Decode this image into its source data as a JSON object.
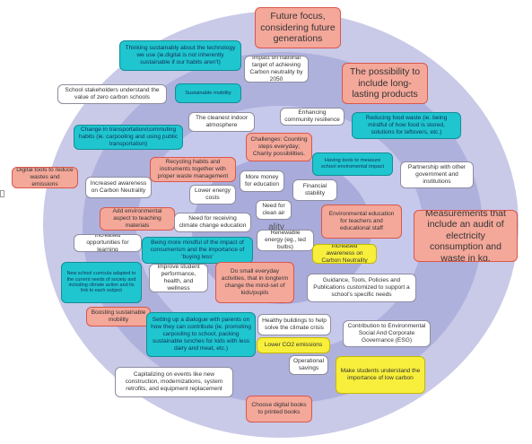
{
  "diagram": {
    "center_label": "ality",
    "notes": {
      "future_focus": "Future focus, considering future generations",
      "thinking_sustainably": "Thinking sustainably about the technology we use (ie.digital is not inherently sustainable if our habits aren't)",
      "impact_national": "Impact on national target of achieving Carbon neutrality by 2050",
      "long_lasting": "The possibility to include long-lasting products",
      "school_stakeholders": "School stakeholders understand the value of zero carbon schools",
      "sustainable_mobility": "Sustainable mobility",
      "cleanest_indoor": "The cleanest indoor atmosphere",
      "community_resilience": "Enhancing community resilience",
      "reducing_food_waste": "Reducing food waste (ie. being mindful of how food is stored, solutions for leftovers, etc.)",
      "change_transportation": "Change in transportation/commuting habits (ie. carpooling and using public transportation)",
      "challenges": "Challenges: Counting steps everyday; Charity possibilities.",
      "tools_measure": "Having tools to measure school enviromental impact",
      "digital_tools": "Digital tools to reduce wastes and emissions",
      "recycling_habits": "Recycling habits and instruments together with proper waste management",
      "increased_awareness": "Increased awareness on Carbon Neutrality",
      "more_money": "More money for education",
      "financial_stability": "Financial stability",
      "partnership": "Partnership with other government and institutions",
      "lower_energy": "Lower energy costs",
      "add_environmental": "Add environmental aspect to teaching materials",
      "need_receiving": "Need for receiving climate change education",
      "need_clean_air": "Need for clean air",
      "environmental_education": "Environmental education for teachers and educational staff",
      "measurements": "Measurements that include an audit of electricity consumption and waste in kg.",
      "increased_opportunities": "Increased opportunities for learning",
      "more_mindful": "Being more mindful of the impact of consumerism and the importance of 'buying less'",
      "renewable_energy": "Renewable energy (eg., led bulbs)",
      "increased_awareness_yellow": "Increased awareness on Carbon Neutrality",
      "new_curricula": "New school curricula adapted to the current needs of society and including climate action and its link to each subject",
      "improve_student": "Improve student performance, health, and wellness",
      "do_small": "Do small everyday activities, that in longterm change the mind-set of kids/pupils",
      "guidance_tools": "Guidance, Tools, Policies and Publications customized to support a school's specific needs",
      "boosting_mobility": "Boosting sustainable mobility",
      "dialogue_parents": "Setting up a dialogue with parents on how they can contribute (ie. promoting carpooling to school, packing sustainable lunches for kids with less dairy and meat, etc.)",
      "healthy_buildings": "Healthy buildings to help solve the climate crisis",
      "contribution_esg": "Contribution to Environmental Social And Corporate Governance (ESG)",
      "lower_co2": "Lower CO2 emissions",
      "operational_savings": "Operational savings",
      "make_students": "Make students understand the importance of low carbon",
      "capitalizing": "Capitalizing on events like new construction, modernizations, system retrofits, and equipment replacement",
      "digital_books": "Choose digital books to printed books"
    }
  }
}
